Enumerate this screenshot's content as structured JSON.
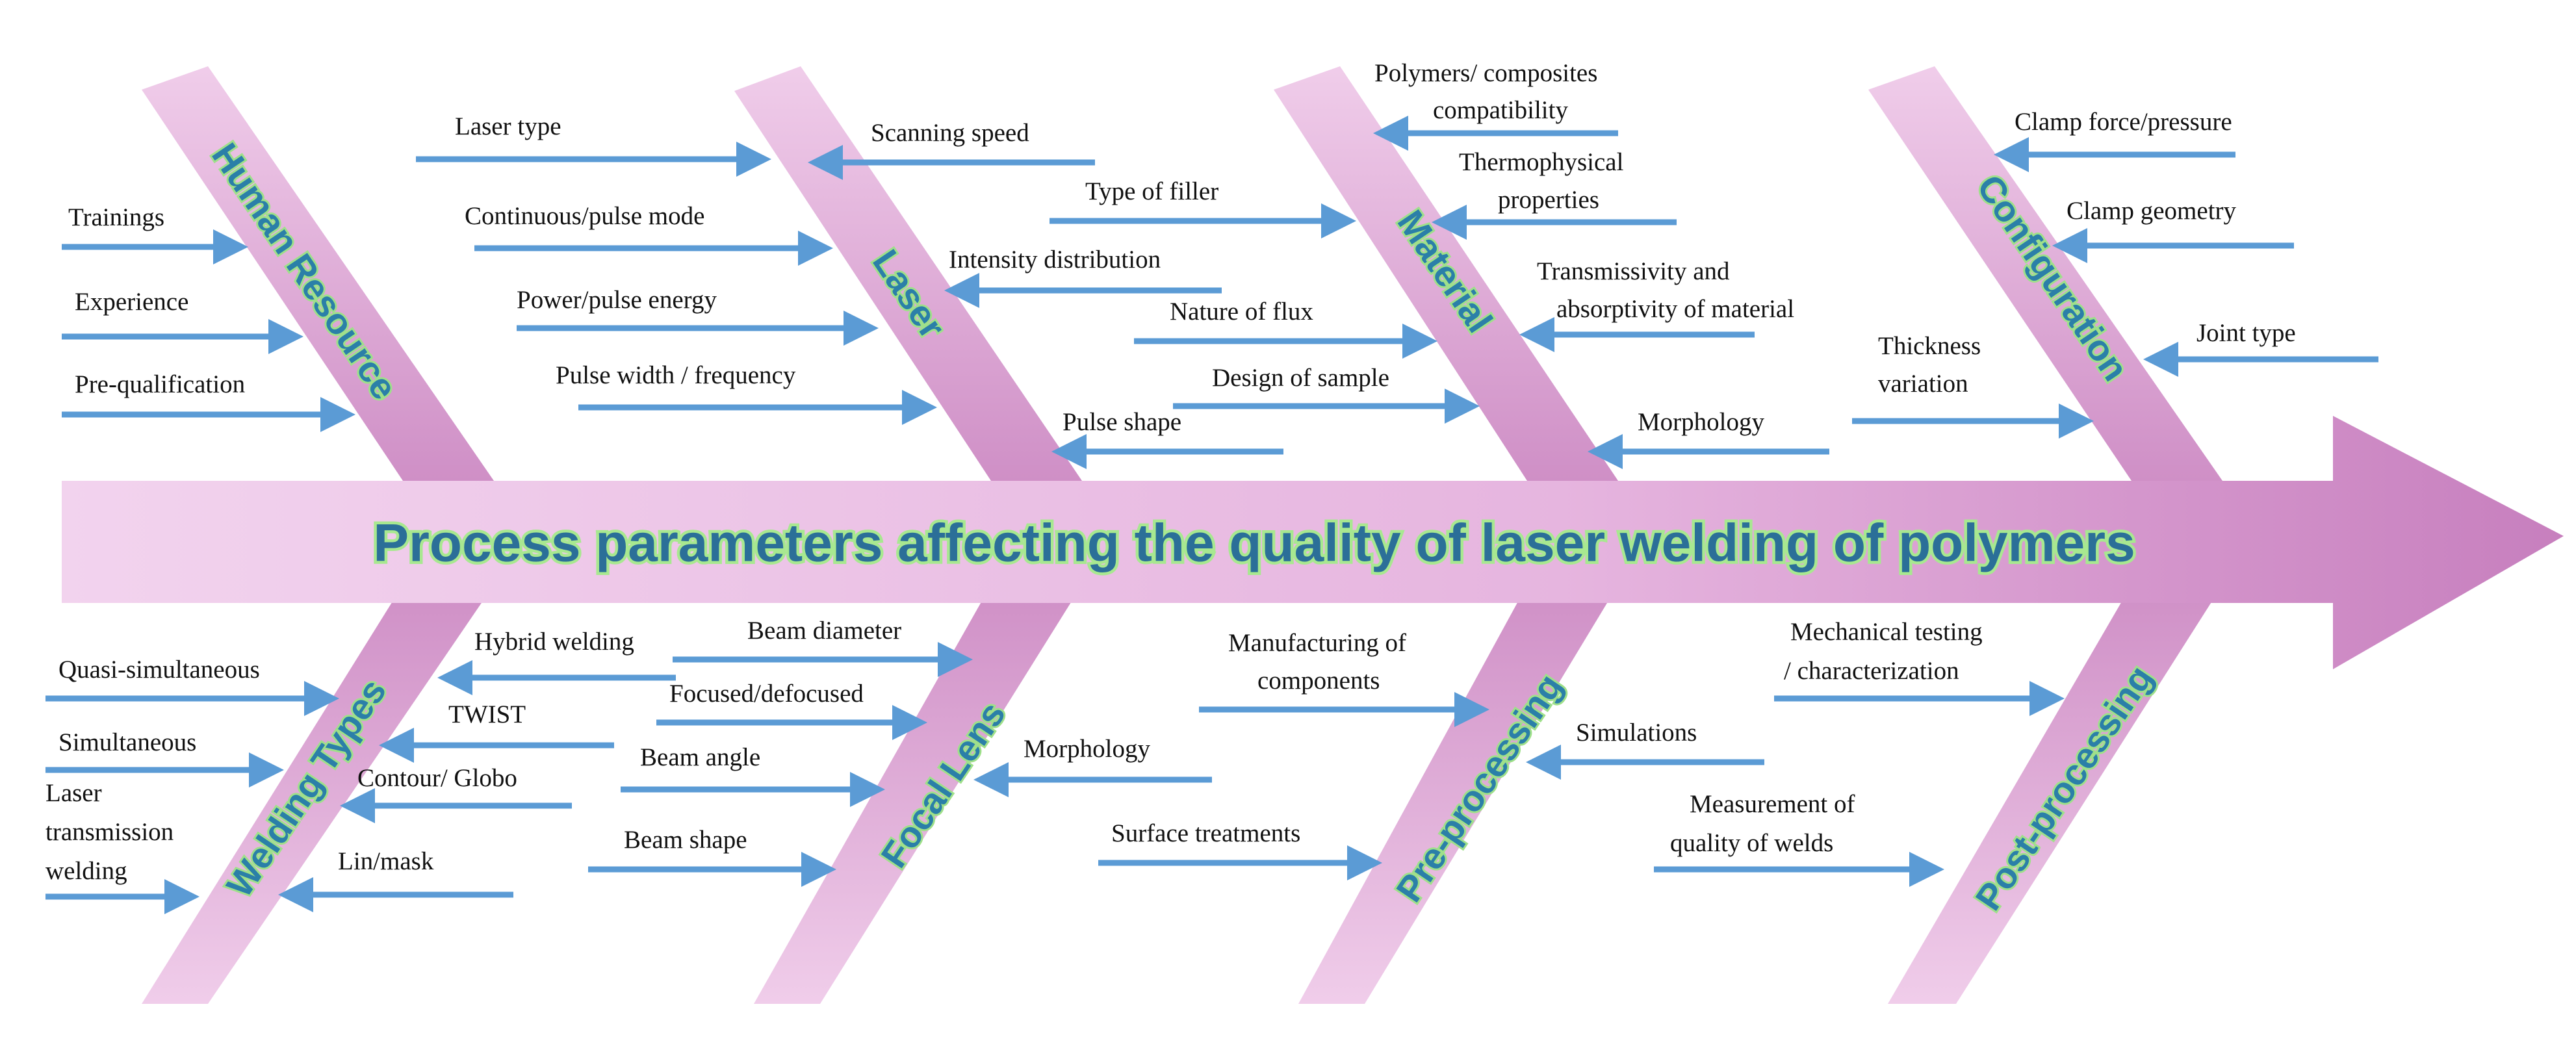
{
  "title": "Process parameters affecting the quality of laser welding of polymers",
  "colors": {
    "bone": "#e2b2dc",
    "spine": "#d79ccf",
    "arrow": "#5b9bd5",
    "label_fill": "#2b7fa8",
    "label_glow": "#9fe08a"
  },
  "branches": {
    "human_resource": {
      "label": "Human Resource",
      "causes": [
        "Trainings",
        "Experience",
        "Pre-qualification"
      ]
    },
    "laser": {
      "label": "Laser",
      "causes": [
        "Laser type",
        "Continuous/pulse mode",
        "Power/pulse energy",
        "Pulse width / frequency",
        "Scanning speed",
        "Intensity distribution",
        "Pulse shape"
      ]
    },
    "material": {
      "label": "Material",
      "causes": [
        "Type of filler",
        "Nature of flux",
        "Design of sample",
        "Polymers/ composites",
        "compatibility",
        "Thermophysical",
        "properties",
        "Transmissivity  and",
        "absorptivity of material",
        "Morphology"
      ]
    },
    "configuration": {
      "label": "Configuration",
      "causes": [
        "Clamp force/pressure",
        "Clamp geometry",
        "Joint type",
        "Thickness",
        "variation"
      ]
    },
    "welding_types": {
      "label": "Welding Types",
      "causes": [
        "Quasi-simultaneous",
        "Simultaneous",
        "Laser",
        "transmission",
        "welding",
        "Hybrid welding",
        "TWIST",
        "Contour/ Globo",
        "Lin/mask"
      ]
    },
    "focal_lens": {
      "label": "Focal Lens",
      "causes": [
        "Beam diameter",
        "Focused/defocused",
        "Beam angle",
        "Beam shape",
        "Morphology"
      ]
    },
    "pre_processing": {
      "label": "Pre-processing",
      "causes": [
        "Manufacturing of",
        "components",
        "Surface treatments",
        "Simulations"
      ]
    },
    "post_processing": {
      "label": "Post-processing",
      "causes": [
        "Mechanical testing",
        "/ characterization",
        "Measurement of",
        "quality of welds"
      ]
    }
  }
}
